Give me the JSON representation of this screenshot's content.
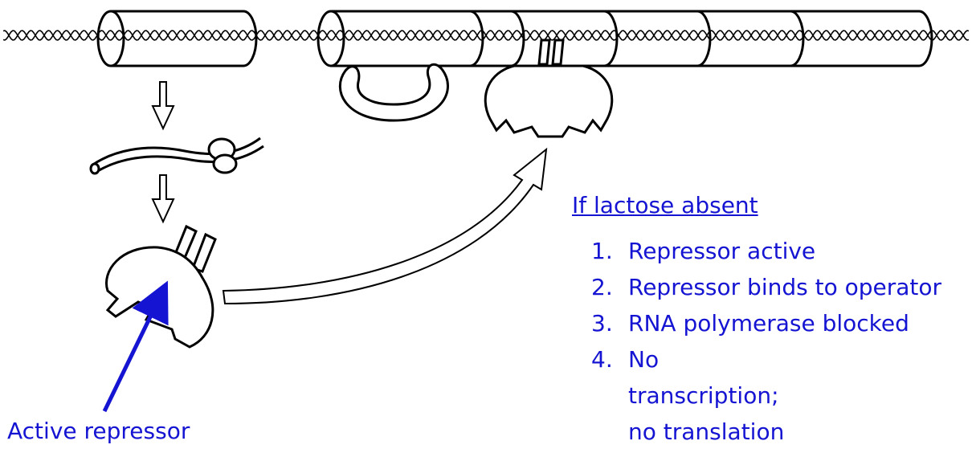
{
  "text_block": {
    "heading": "If lactose absent",
    "steps": [
      {
        "num": "1.",
        "text": "Repressor active"
      },
      {
        "num": "2.",
        "text": "Repressor binds to operator"
      },
      {
        "num": "3.",
        "text": "RNA polymerase blocked"
      },
      {
        "num": "4.",
        "text": "No transcription; no translation"
      }
    ]
  },
  "annotation": {
    "label": "Active repressor"
  },
  "colors": {
    "annotation_blue": "#1414d2",
    "ink": "#000000"
  }
}
